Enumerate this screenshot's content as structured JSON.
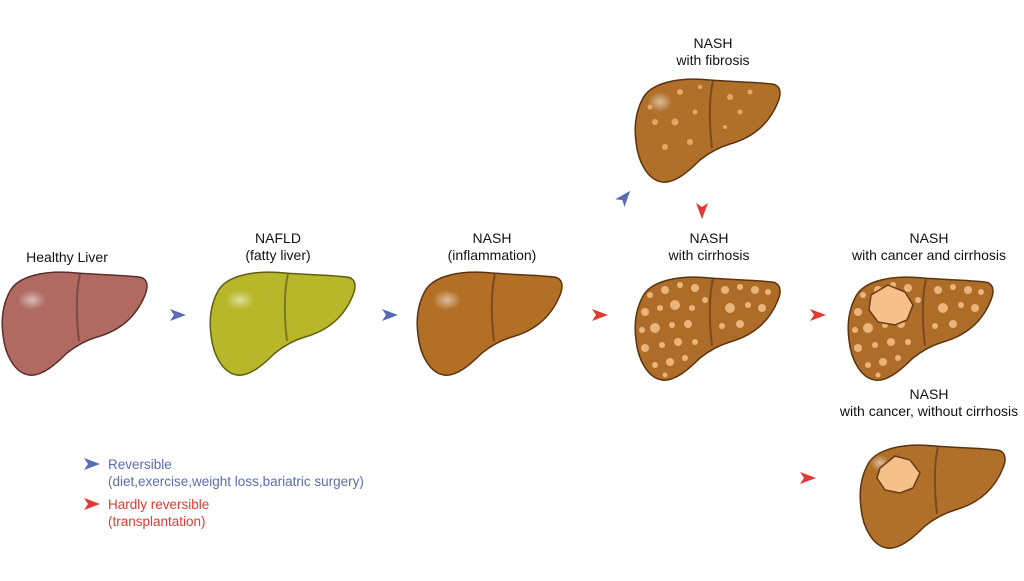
{
  "stages": {
    "healthy": {
      "label1": "Healthy Liver",
      "color": "#b06a62"
    },
    "nafld": {
      "label1": "NAFLD",
      "label2": "(fatty liver)",
      "color": "#b8b72a"
    },
    "nash": {
      "label1": "NASH",
      "label2": "(inflammation)",
      "color": "#b36f26"
    },
    "fibrosis": {
      "label1": "NASH",
      "label2": "with fibrosis",
      "color": "#b0702a"
    },
    "cirrhosis": {
      "label1": "NASH",
      "label2": "with cirrhosis",
      "color": "#ad6d28"
    },
    "cancer_cirrhosis": {
      "label1": "NASH",
      "label2": "with cancer and cirrhosis",
      "color": "#ad6d28"
    },
    "cancer_no_cirrhosis": {
      "label1": "NASH",
      "label2": "with cancer, without cirrhosis",
      "color": "#b0702a"
    }
  },
  "legend": {
    "reversible_title": "Reversible",
    "reversible_detail": "(diet,exercise,weight loss,bariatric surgery)",
    "hardly_title": "Hardly reversible",
    "hardly_detail": "(transplantation)"
  },
  "colors": {
    "reversible": "#5a6bb5",
    "hardly_reversible": "#e03a32",
    "tumor": "#f5c08a",
    "nodule": "#f0b87a"
  },
  "icons": {
    "reversible_arrow": "arrowhead-blue",
    "hardly_arrow": "arrowhead-red"
  }
}
